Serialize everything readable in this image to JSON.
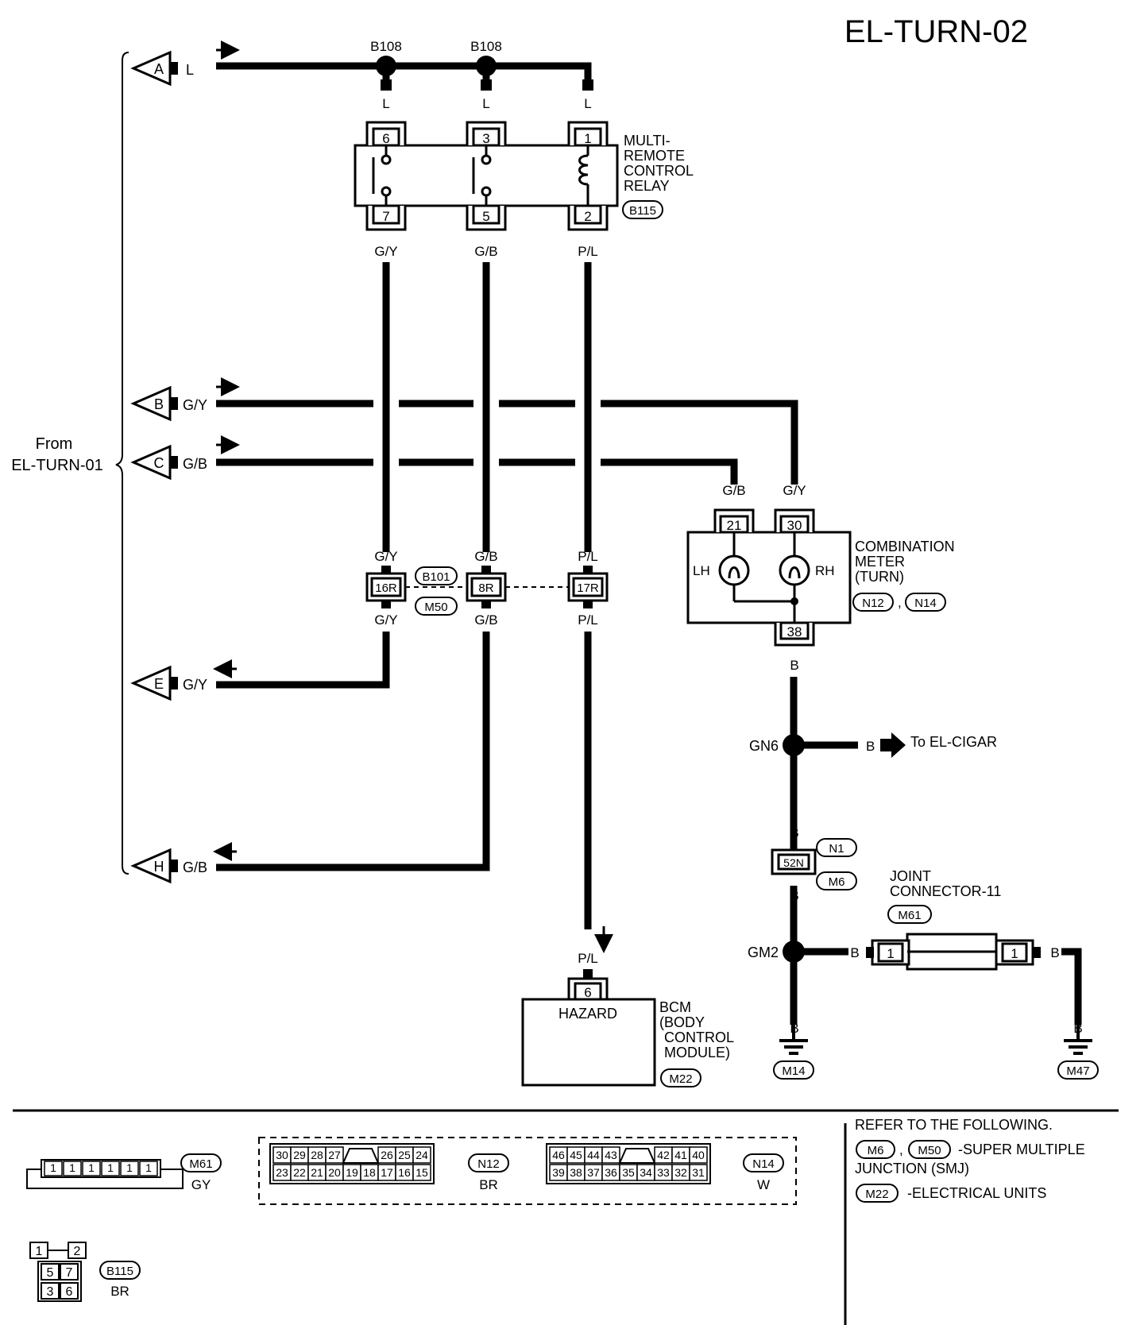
{
  "title": "EL-TURN-02",
  "from_label": [
    "From",
    "EL-TURN-01"
  ],
  "connectors": [
    {
      "letter": "A",
      "color": "L"
    },
    {
      "letter": "B",
      "color": "G/Y"
    },
    {
      "letter": "C",
      "color": "G/B"
    },
    {
      "letter": "E",
      "color": "G/Y"
    },
    {
      "letter": "H",
      "color": "G/B"
    }
  ],
  "splices": {
    "top_left": "B108",
    "top_right": "B108",
    "gn6": "GN6",
    "gm2": "GM2"
  },
  "relay": {
    "name": [
      "MULTI-",
      "REMOTE",
      "CONTROL",
      "RELAY"
    ],
    "connector": "B115",
    "top_pins": [
      "6",
      "3",
      "1"
    ],
    "bottom_pins": [
      "7",
      "5",
      "2"
    ],
    "top_wire": "L",
    "bottom_wires": [
      "G/Y",
      "G/B",
      "P/L"
    ]
  },
  "smj": {
    "pins": [
      "16R",
      "8R",
      "17R"
    ],
    "wires": [
      "G/Y",
      "G/B",
      "P/L"
    ],
    "connectors": [
      "B101",
      "M50"
    ]
  },
  "meter": {
    "name": [
      "COMBINATION",
      "METER",
      "(TURN)"
    ],
    "connectors": [
      "N12",
      "N14"
    ],
    "pins_top": [
      "21",
      "30"
    ],
    "wires_top": [
      "G/B",
      "G/Y"
    ],
    "pin_bottom": "38",
    "lh": "LH",
    "rh": "RH"
  },
  "ground_path": {
    "wire": "B",
    "to_label": "To EL-CIGAR",
    "pin_52n": "52N",
    "conn_n1": "N1",
    "conn_m6": "M6",
    "grounds": [
      "M14",
      "M47"
    ]
  },
  "joint": {
    "name": [
      "JOINT",
      "CONNECTOR-11"
    ],
    "connector": "M61",
    "pins": [
      "1",
      "1"
    ]
  },
  "bcm": {
    "pin": "6",
    "wire": "P/L",
    "label": "HAZARD",
    "name": [
      "BCM",
      "(BODY",
      "CONTROL",
      "MODULE)"
    ],
    "connector": "M22"
  },
  "legend": {
    "m61": {
      "pins": [
        "1",
        "1",
        "1",
        "1",
        "1",
        "1"
      ],
      "id": "M61",
      "color": "GY"
    },
    "n12": {
      "top": [
        "30",
        "29",
        "28",
        "27",
        "26",
        "25",
        "24"
      ],
      "bottom": [
        "23",
        "22",
        "21",
        "20",
        "19",
        "18",
        "17",
        "16",
        "15"
      ],
      "id": "N12",
      "color": "BR"
    },
    "n14": {
      "top": [
        "46",
        "45",
        "44",
        "43",
        "42",
        "41",
        "40"
      ],
      "bottom": [
        "39",
        "38",
        "37",
        "36",
        "35",
        "34",
        "33",
        "32",
        "31"
      ],
      "id": "N14",
      "color": "W"
    },
    "b115": {
      "pins": [
        "1",
        "2",
        "5",
        "7",
        "3",
        "6"
      ],
      "id": "B115",
      "color": "BR"
    },
    "refer": {
      "heading": "REFER TO THE FOLLOWING.",
      "smj_codes": [
        "M6",
        "M50"
      ],
      "smj_sep": ",",
      "smj_text": "-SUPER MULTIPLE",
      "smj_text2": "JUNCTION (SMJ)",
      "eu_code": "M22",
      "eu_text": "-ELECTRICAL UNITS"
    }
  }
}
